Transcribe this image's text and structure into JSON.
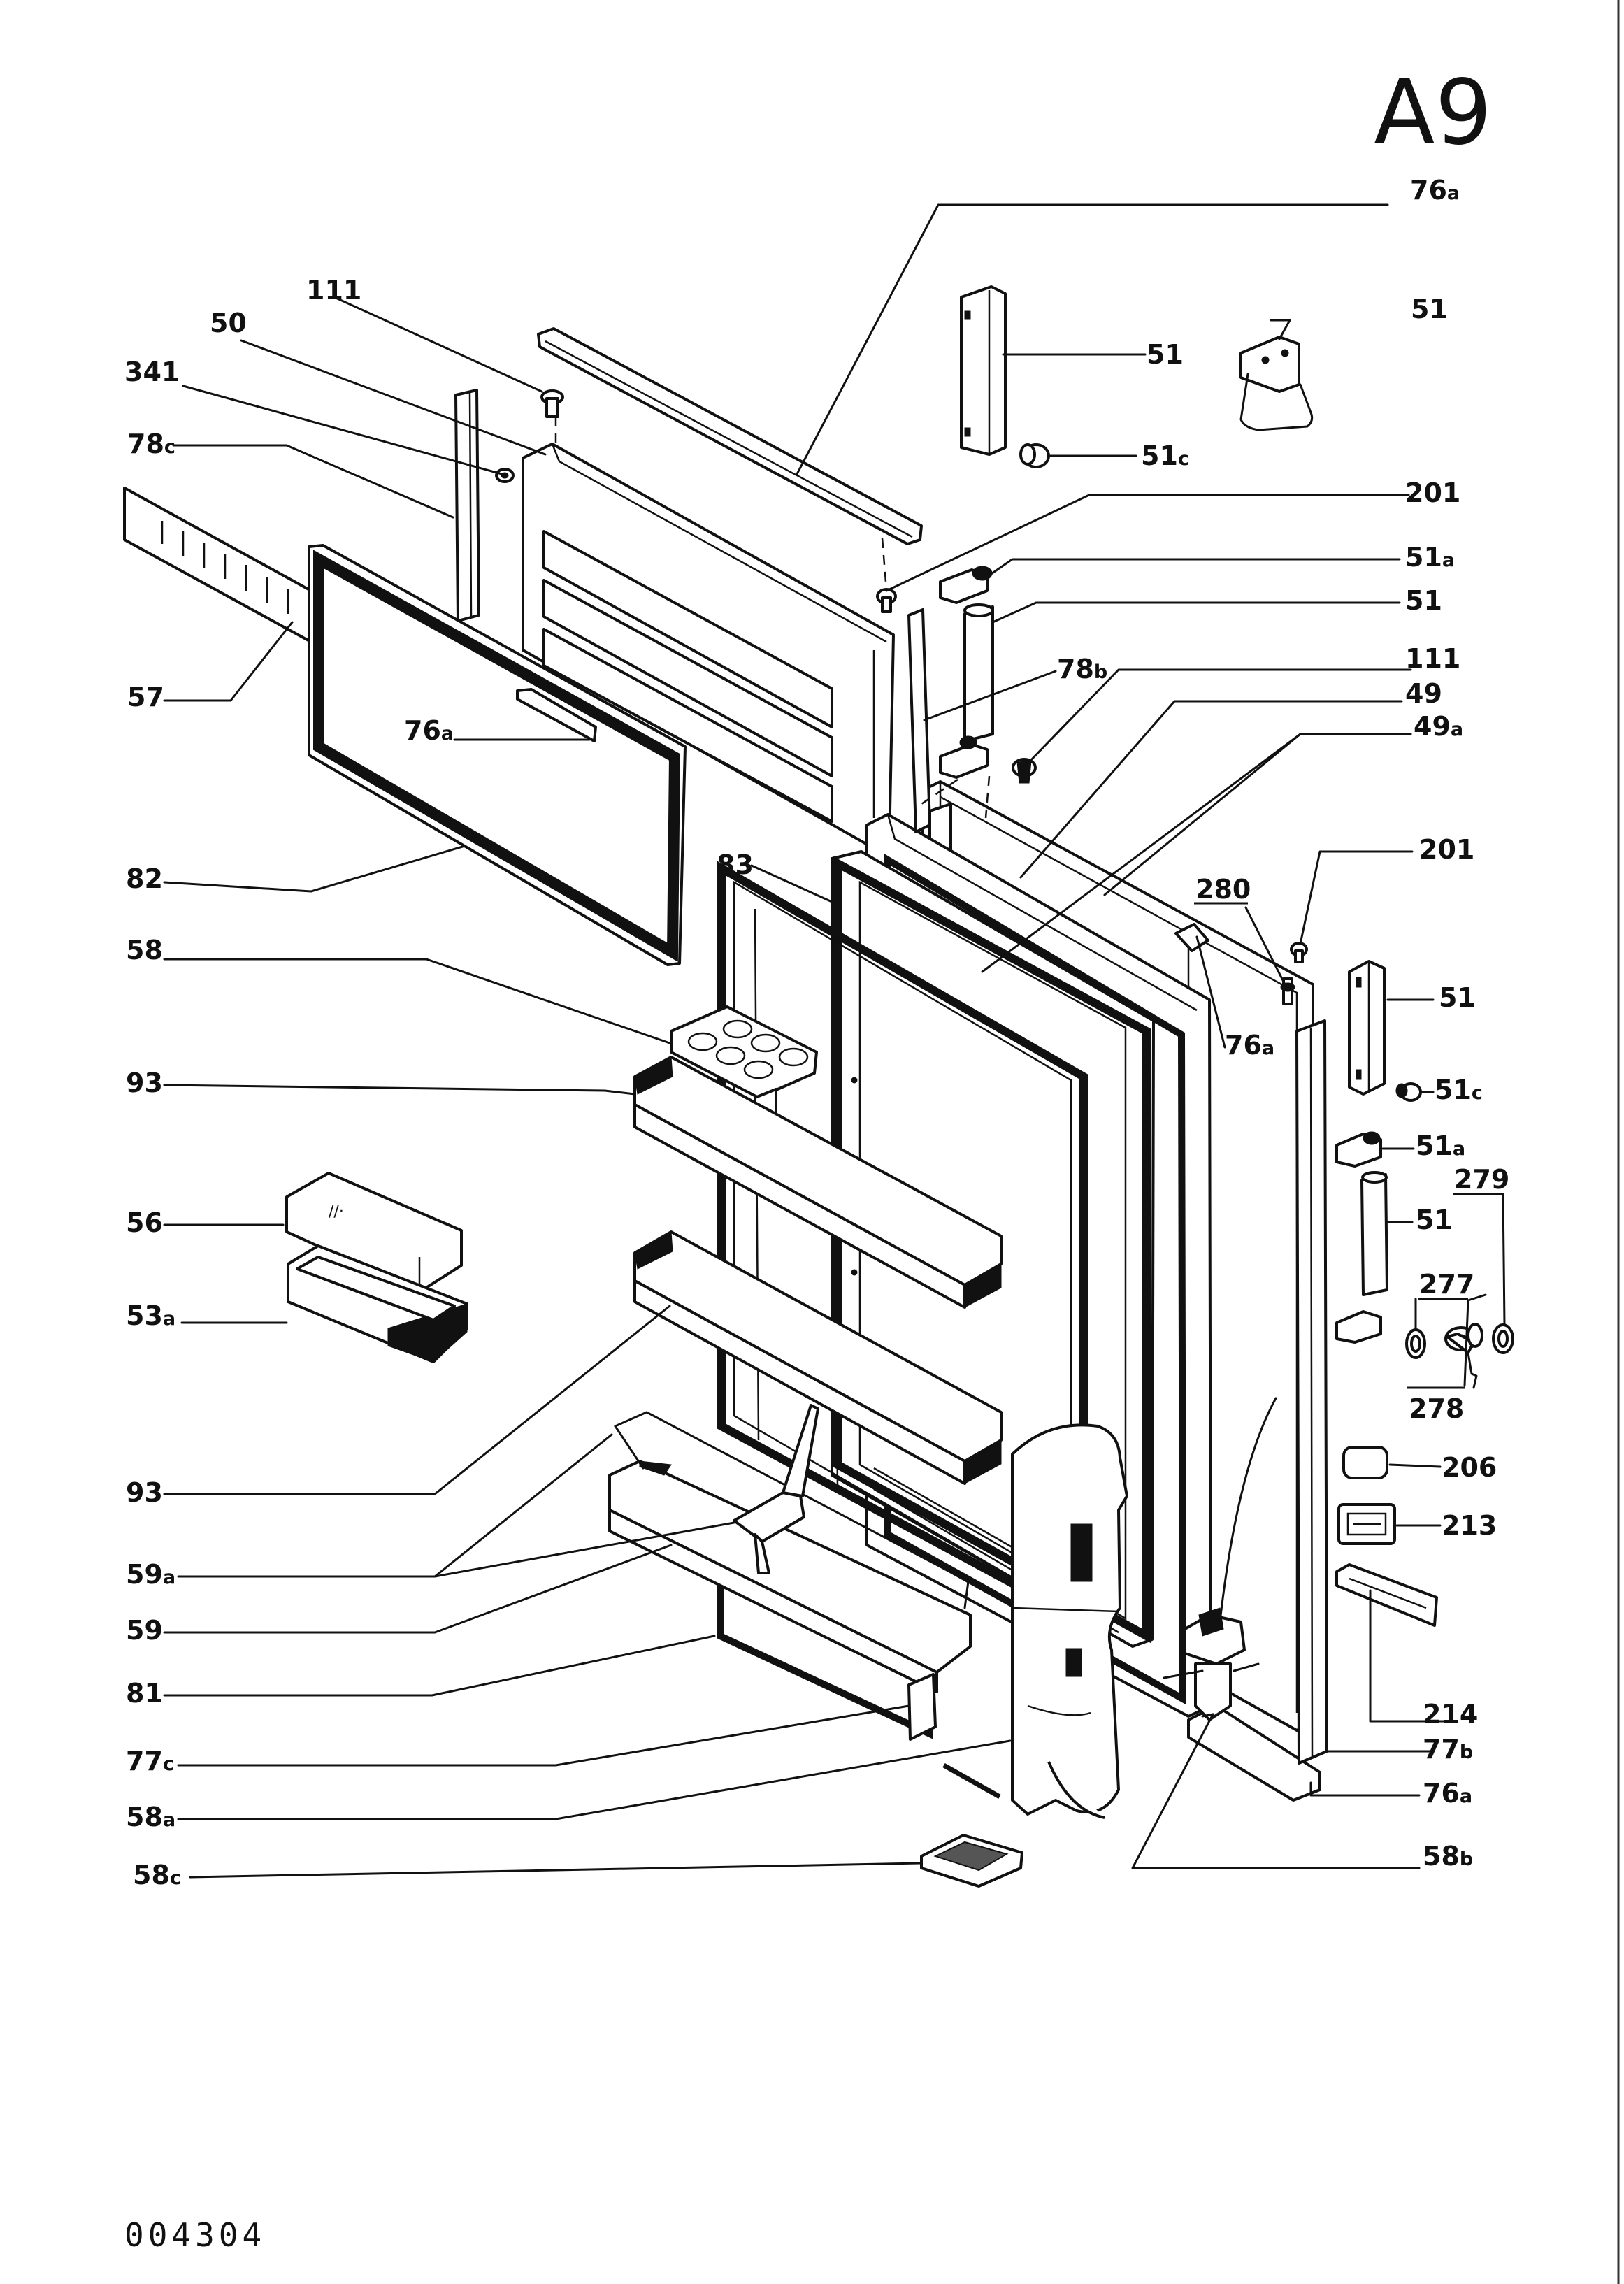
{
  "sheet": {
    "id": "A9",
    "code": "004304"
  },
  "callouts": [
    {
      "num": "76",
      "suf": "a"
    },
    {
      "num": "111",
      "suf": ""
    },
    {
      "num": "50",
      "suf": ""
    },
    {
      "num": "341",
      "suf": ""
    },
    {
      "num": "78",
      "suf": "c"
    },
    {
      "num": "57",
      "suf": ""
    },
    {
      "num": "76",
      "suf": "a"
    },
    {
      "num": "82",
      "suf": ""
    },
    {
      "num": "83",
      "suf": ""
    },
    {
      "num": "58",
      "suf": ""
    },
    {
      "num": "93",
      "suf": ""
    },
    {
      "num": "56",
      "suf": ""
    },
    {
      "num": "53",
      "suf": "a"
    },
    {
      "num": "93",
      "suf": ""
    },
    {
      "num": "59",
      "suf": "a"
    },
    {
      "num": "59",
      "suf": ""
    },
    {
      "num": "81",
      "suf": ""
    },
    {
      "num": "77",
      "suf": "c"
    },
    {
      "num": "58",
      "suf": "a"
    },
    {
      "num": "58",
      "suf": "c"
    },
    {
      "num": "51",
      "suf": ""
    },
    {
      "num": "51",
      "suf": ""
    },
    {
      "num": "51",
      "suf": "c"
    },
    {
      "num": "201",
      "suf": ""
    },
    {
      "num": "51",
      "suf": "a"
    },
    {
      "num": "51",
      "suf": ""
    },
    {
      "num": "78",
      "suf": "b"
    },
    {
      "num": "111",
      "suf": ""
    },
    {
      "num": "49",
      "suf": ""
    },
    {
      "num": "49",
      "suf": "a"
    },
    {
      "num": "201",
      "suf": ""
    },
    {
      "num": "280",
      "suf": ""
    },
    {
      "num": "76",
      "suf": "a"
    },
    {
      "num": "51",
      "suf": ""
    },
    {
      "num": "51",
      "suf": "c"
    },
    {
      "num": "51",
      "suf": "a"
    },
    {
      "num": "279",
      "suf": ""
    },
    {
      "num": "51",
      "suf": ""
    },
    {
      "num": "277",
      "suf": ""
    },
    {
      "num": "278",
      "suf": ""
    },
    {
      "num": "206",
      "suf": ""
    },
    {
      "num": "213",
      "suf": ""
    },
    {
      "num": "214",
      "suf": ""
    },
    {
      "num": "77",
      "suf": "b"
    },
    {
      "num": "76",
      "suf": "a"
    },
    {
      "num": "58",
      "suf": "b"
    }
  ]
}
